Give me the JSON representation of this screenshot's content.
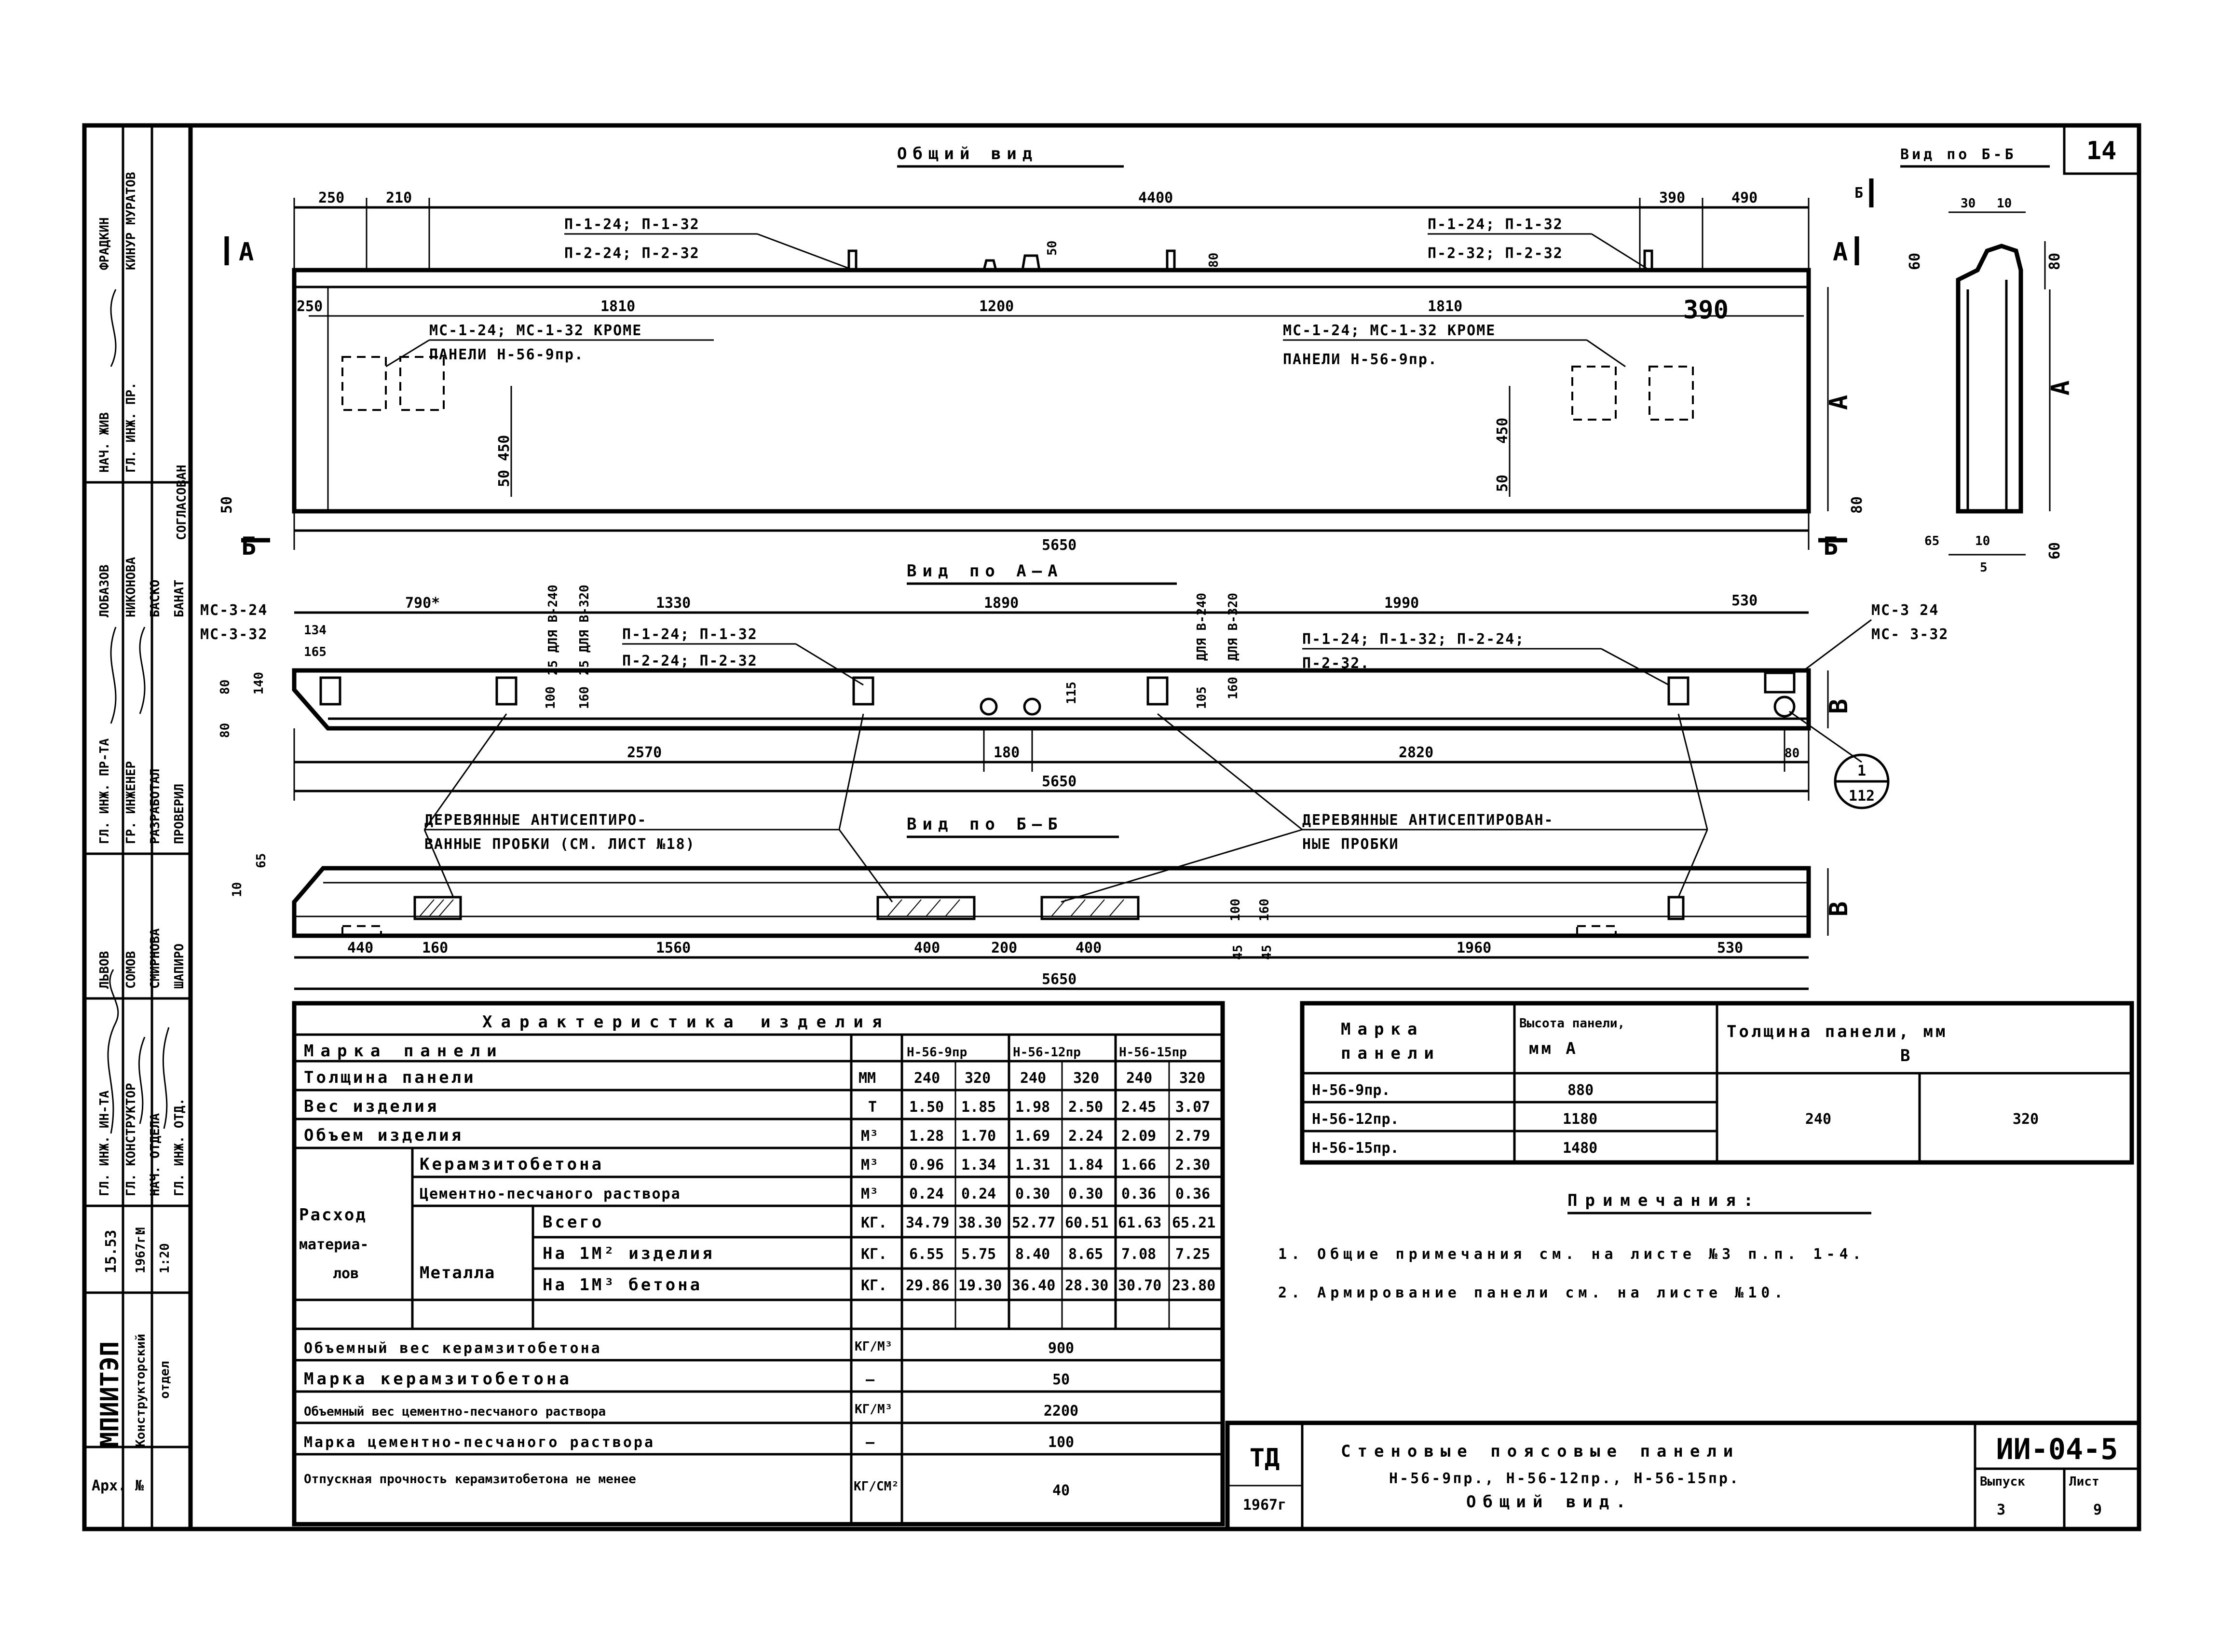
{
  "sheet": {
    "number": "14",
    "designer": "ТД",
    "year": "1967г",
    "title_line1": "Стеновые поясовые панели",
    "title_line2": "Н-56-9пр., Н-56-12пр., Н-56-15пр.",
    "title_line3": "Общий вид.",
    "code": "ИИ-04-5",
    "issue_label": "Выпуск",
    "issue_value": "3",
    "list_label": "Лист",
    "list_value": "9"
  },
  "views": {
    "general": "Общий вид",
    "view_aa": "Вид по А–А",
    "view_bb": "Вид по Б–Б",
    "view_bb_side": "Вид по Б-Б"
  },
  "general_view": {
    "dims_top": [
      "250",
      "210",
      "4400",
      "390",
      "490"
    ],
    "dims_mid": [
      "1810",
      "1200",
      "1810",
      "390"
    ],
    "dim_left": "250",
    "dim_bottom": "5650",
    "dim_50": "50",
    "dim_80_right": "80",
    "dim_450_left": "50 450",
    "dim_450_right": "450",
    "dim_60_left": "50",
    "dim_60_right": "50",
    "dim_80_bottom": "80",
    "loops_left_1": "П-1-24; П-1-32",
    "loops_left_2": "П-2-24; П-2-32",
    "loops_right_1": "П-1-24; П-1-32",
    "loops_right_2": "П-2-32; П-2-32",
    "mc_left_1": "МС-1-24; МС-1-32 КРОМЕ",
    "mc_left_2": "ПАНЕЛИ Н-56-9пр.",
    "mc_right_1": "МС-1-24; МС-1-32 КРОМЕ",
    "mc_right_2": "ПАНЕЛИ Н-56-9пр.",
    "marker_a_left": "А",
    "marker_a_right": "А",
    "marker_b_left": "Б",
    "marker_b_right": "Б",
    "height_a": "А"
  },
  "side_view": {
    "dims_top": [
      "30",
      "10"
    ],
    "dim_60": "60",
    "dim_80": "80",
    "dim_a": "А",
    "dims_bottom": [
      "65",
      "10",
      "5"
    ],
    "dim_60_bottom": "60",
    "marker_b": "Б"
  },
  "view_aa": {
    "mc_left_1": "МС-3-24",
    "mc_left_2": "МС-3-32",
    "mc_right_1": "МС-3 24",
    "mc_right_2": "МС- 3-32",
    "dims_top": [
      "790*",
      "1330",
      "1890",
      "1990",
      "530"
    ],
    "dim_134": "134",
    "dim_165": "165",
    "dim_25_1": "25 ДЛЯ В-240",
    "dim_25_2": "25 ДЛЯ В-320",
    "dim_240": "ДЛЯ В-240",
    "dim_320": "ДЛЯ В-320",
    "loops_left_1": "П-1-24; П-1-32",
    "loops_left_2": "П-2-24; П-2-32",
    "loops_right_1": "П-1-24; П-1-32; П-2-24;",
    "loops_right_2": "П-2-32.",
    "dim_100": "100",
    "dim_160": "160",
    "dim_115": "115",
    "dim_105": "105",
    "dim_160b": "160",
    "dim_b": "В",
    "dims_left": [
      "80",
      "140",
      "80"
    ],
    "dims_bottom": [
      "2570",
      "180",
      "2820",
      "80"
    ],
    "dim_total": "5650",
    "callout_num": "1",
    "callout_sheet": "112"
  },
  "view_bb": {
    "note_left_1": "ДЕРЕВЯННЫЕ АНТИСЕПТИРО-",
    "note_left_2": "ВАННЫЕ ПРОБКИ (СМ. ЛИСТ №18)",
    "note_right_1": "ДЕРЕВЯННЫЕ АНТИСЕПТИРОВАН-",
    "note_right_2": "НЫЕ ПРОБКИ",
    "dims_left": [
      "10",
      "65"
    ],
    "dims_bottom": [
      "440",
      "160",
      "1560",
      "400",
      "200",
      "400",
      "45",
      "45",
      "1960",
      "530"
    ],
    "dim_100": "100",
    "dim_160": "160",
    "dim_total": "5650",
    "dim_b": "В"
  },
  "characteristics": {
    "title": "Характеристика изделия",
    "header_label": "Марка панели",
    "marks": [
      "Н-56-9пр",
      "Н-56-12пр",
      "Н-56-15пр"
    ],
    "rows": [
      {
        "label": "Толщина панели",
        "unit": "ММ",
        "values": [
          "240",
          "320",
          "240",
          "320",
          "240",
          "320"
        ]
      },
      {
        "label": "Вес изделия",
        "unit": "Т",
        "values": [
          "1.50",
          "1.85",
          "1.98",
          "2.50",
          "2.45",
          "3.07"
        ]
      },
      {
        "label": "Объем изделия",
        "unit": "М³",
        "values": [
          "1.28",
          "1.70",
          "1.69",
          "2.24",
          "2.09",
          "2.79"
        ]
      }
    ],
    "consumption_label_1": "Расход",
    "consumption_label_2": "материа-",
    "consumption_label_3": "лов",
    "cons_rows": [
      {
        "label": "Керамзитобетона",
        "unit": "М³",
        "values": [
          "0.96",
          "1.34",
          "1.31",
          "1.84",
          "1.66",
          "2.30"
        ]
      },
      {
        "label": "Цементно-песчаного раствора",
        "unit": "М³",
        "values": [
          "0.24",
          "0.24",
          "0.30",
          "0.30",
          "0.36",
          "0.36"
        ]
      }
    ],
    "metal_label": "Металла",
    "metal_rows": [
      {
        "label": "Всего",
        "unit": "КГ.",
        "values": [
          "34.79",
          "38.30",
          "52.77",
          "60.51",
          "61.63",
          "65.21"
        ]
      },
      {
        "label": "На 1М² изделия",
        "unit": "КГ.",
        "values": [
          "6.55",
          "5.75",
          "8.40",
          "8.65",
          "7.08",
          "7.25"
        ]
      },
      {
        "label": "На 1М³ бетона",
        "unit": "КГ.",
        "values": [
          "29.86",
          "19.30",
          "36.40",
          "28.30",
          "30.70",
          "23.80"
        ]
      }
    ],
    "single_rows": [
      {
        "label": "Объемный вес керамзитобетона",
        "unit": "КГ/М³",
        "value": "900"
      },
      {
        "label": "Марка керамзитобетона",
        "unit": "—",
        "value": "50"
      },
      {
        "label": "Объемный вес цементно-песчаного раствора",
        "unit": "КГ/М³",
        "value": "2200"
      },
      {
        "label": "Марка цементно-песчаного раствора",
        "unit": "—",
        "value": "100"
      },
      {
        "label": "Отпускная прочность керамзитобетона не менее",
        "unit": "КГ/СМ²",
        "value": "40"
      }
    ]
  },
  "panel_table": {
    "col1_1": "Марка",
    "col1_2": "панели",
    "col2_1": "Высота панели,",
    "col2_2": "мм А",
    "col3_1": "Толщина панели, мм",
    "col3_2": "В",
    "rows": [
      {
        "mark": "Н-56-9пр.",
        "height": "880"
      },
      {
        "mark": "Н-56-12пр.",
        "height": "1180"
      },
      {
        "mark": "Н-56-15пр.",
        "height": "1480"
      }
    ],
    "thickness": [
      "240",
      "320"
    ]
  },
  "notes": {
    "title": "Примечания:",
    "items": [
      "1. Общие примечания см. на листе №3 п.п. 1-4.",
      "2. Армирование панели см. на листе №10."
    ]
  },
  "stamp": {
    "org": "МПИИТЭП",
    "dept_1": "Конструкторский",
    "dept_2": "отдел",
    "arch": "Арх. №",
    "date": "15.53",
    "year": "1967г.",
    "m_label": "М",
    "scale": "1:20",
    "roles": [
      "ГЛ. ИНЖ. ИН-ТА",
      "ГЛ. КОНСТРУКТОР",
      "НАЧ. ОТДЕЛА",
      "ГЛ. ИНЖ. ОТД."
    ],
    "roles_b": [
      "ГЛ. ИНЖ. ПР-ТА",
      "ГР. ИНЖЕНЕР",
      "РАЗРАБОТАЛ",
      "ПРОВЕРИЛ"
    ],
    "names_b": [
      "ЛЬВОВ",
      "СОМОВ",
      "СМИРНОВА",
      "ШАПИРО"
    ],
    "names_c": [
      "ЛОБАЗОВ",
      "НИКОНОВА",
      "БАСКО",
      "БАНАТ"
    ],
    "agreed": "СОГЛАСОВАН",
    "roles_d": [
      "НАЧ. ЖИВ",
      "ГЛ. ИНЖ. ПР."
    ],
    "names_d": [
      "ФРАДКИН",
      "КИНУР МУРАТОВ"
    ]
  }
}
